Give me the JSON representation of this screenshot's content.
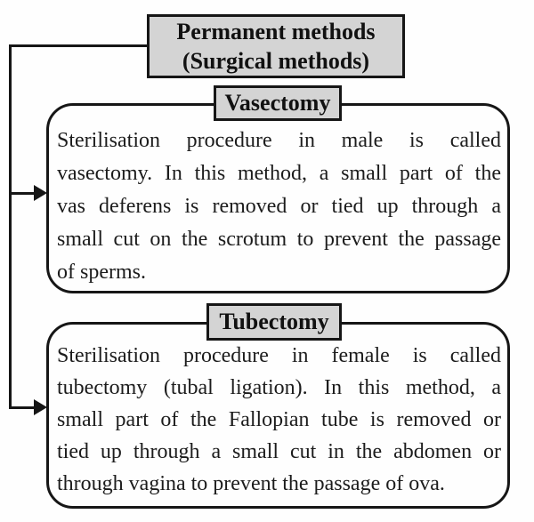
{
  "title": {
    "line1": "Permanent methods",
    "line2": "(Surgical methods)"
  },
  "cards": [
    {
      "label": "Vasectomy",
      "body_lines": [
        "Sterilisation procedure in male is called",
        "vasectomy. In this method, a small part of the",
        "vas deferens is removed or tied up through a",
        "small cut on the scrotum to prevent the passage",
        "of sperms."
      ]
    },
    {
      "label": "Tubectomy",
      "body_lines": [
        "Sterilisation procedure in female is called",
        "tubectomy (tubal ligation). In this method, a",
        "small part of the Fallopian tube is removed or",
        "tied up through a small cut in the abdomen or",
        "through vagina to prevent the passage of ova."
      ]
    }
  ],
  "colors": {
    "background": "#fefefe",
    "label_fill": "#d4d4d4",
    "border": "#161616",
    "text": "#1c1c1c"
  }
}
